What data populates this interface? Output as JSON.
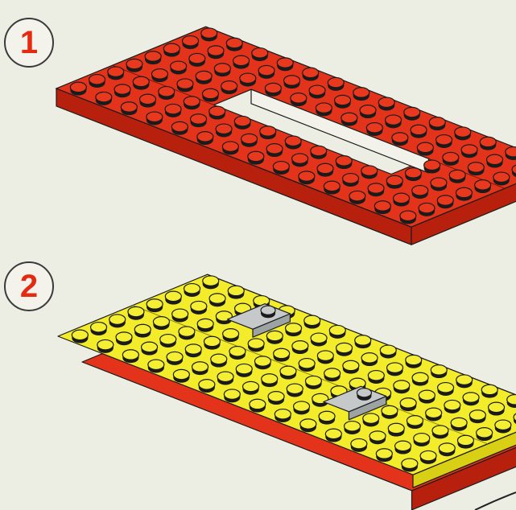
{
  "steps": [
    {
      "number": "1",
      "parts": [
        "red-open-frame-plate"
      ]
    },
    {
      "number": "2",
      "parts": [
        "yellow-plate",
        "grey-1x2-plate",
        "grey-1x2-plate",
        "red-base-plate"
      ]
    }
  ],
  "colors": {
    "background": "#eceee3",
    "badge_text": "#e52a12",
    "red_top": "#e4331b",
    "red_side": "#b8200e",
    "red_stud": "#e8391f",
    "yellow_top": "#f3ec2a",
    "yellow_side": "#d9cf14",
    "yellow_stud": "#f5ef34",
    "grey_top": "#c6c9c9",
    "grey_side": "#9da2a2",
    "outline": "#1b1b1b"
  }
}
